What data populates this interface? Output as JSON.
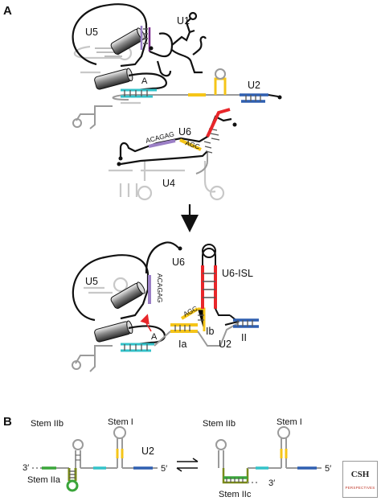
{
  "panels": {
    "a": "A",
    "b": "B"
  },
  "top_complex": {
    "u5": "U5",
    "u1": "U1",
    "u2": "U2",
    "u6": "U6",
    "u4": "U4",
    "branch_a": "A",
    "acagag": "ACAGAG",
    "agc": "AGC"
  },
  "bottom_complex": {
    "u5": "U5",
    "u6": "U6",
    "u6_isl": "U6-ISL",
    "acagag": "ACAGAG",
    "agc": "AGC",
    "branch_a": "A",
    "helix_ia": "Ia",
    "helix_ib": "Ib",
    "helix_ii": "II",
    "u2": "U2"
  },
  "panel_b": {
    "left": {
      "stem_iib": "Stem IIb",
      "stem_i": "Stem I",
      "u2": "U2",
      "stem_iia": "Stem IIa",
      "three_prime": "3′",
      "five_prime": "5′"
    },
    "right": {
      "stem_iib": "Stem IIb",
      "stem_i": "Stem I",
      "stem_iic": "Stem IIc",
      "three_prime": "3′",
      "five_prime": "5′"
    }
  },
  "logo": {
    "csh": "CSH",
    "perspectives": "PERSPECTIVES"
  },
  "colors": {
    "purple": "#9b7fc6",
    "dark_purple": "#7b2d8e",
    "cyan": "#33c2c9",
    "yellow": "#f5c518",
    "blue": "#2f5fb0",
    "red": "#e8262a",
    "green": "#3aa53a",
    "olive": "#7a8a1a",
    "gray": "#9a9a9a",
    "light_gray": "#c8c8c8"
  }
}
